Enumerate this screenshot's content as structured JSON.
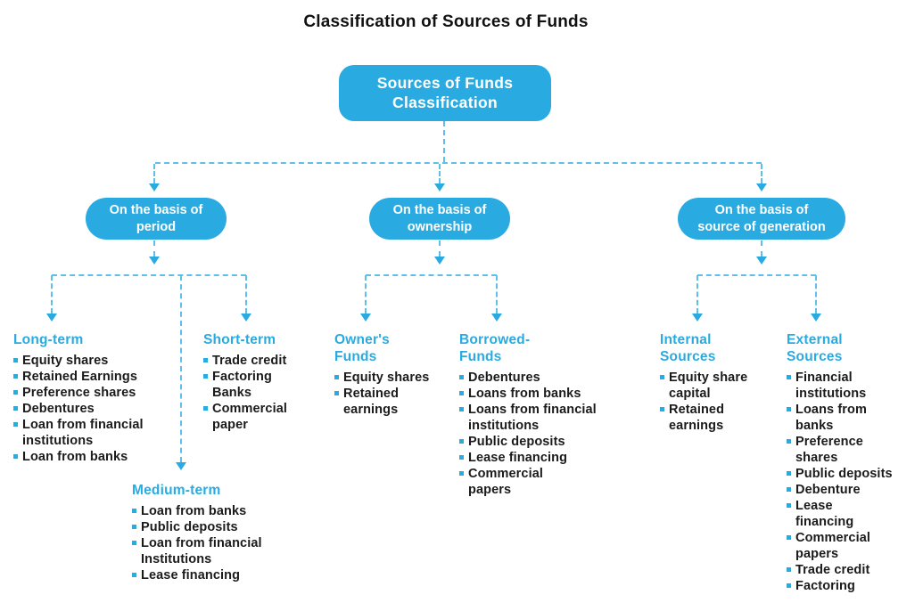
{
  "title": "Classification of Sources of Funds",
  "root": {
    "label": "Sources of Funds\nClassification"
  },
  "branches": [
    {
      "label": "On the basis of\nperiod"
    },
    {
      "label": "On the basis of\nownership"
    },
    {
      "label": "On the basis of\nsource of generation"
    }
  ],
  "groups": {
    "long_term": {
      "title": "Long-term",
      "items": [
        "Equity shares",
        "Retained Earnings",
        "Preference shares",
        "Debentures",
        "Loan from financial\ninstitutions",
        "Loan from banks"
      ]
    },
    "short_term": {
      "title": "Short-term",
      "items": [
        "Trade credit",
        "Factoring\nBanks",
        "Commercial\npaper"
      ]
    },
    "medium_term": {
      "title": "Medium-term",
      "items": [
        "Loan from banks",
        "Public deposits",
        "Loan from financial\nInstitutions",
        "Lease financing"
      ]
    },
    "owners_funds": {
      "title": "Owner's\nFunds",
      "items": [
        "Equity shares",
        "Retained\nearnings"
      ]
    },
    "borrowed_funds": {
      "title": "Borrowed-\nFunds",
      "items": [
        "Debentures",
        "Loans from banks",
        "Loans from financial\ninstitutions",
        "Public deposits",
        "Lease financing",
        "Commercial\npapers"
      ]
    },
    "internal_sources": {
      "title": "Internal\nSources",
      "items": [
        "Equity share\ncapital",
        "Retained\nearnings"
      ]
    },
    "external_sources": {
      "title": "External\nSources",
      "items": [
        "Financial\ninstitutions",
        "Loans from\nbanks",
        "Preference\nshares",
        "Public deposits",
        "Debenture",
        "Lease\nfinancing",
        "Commercial\npapers",
        "Trade credit",
        "Factoring"
      ]
    }
  },
  "colors": {
    "accent": "#29ABE2",
    "dash": "#5FBFE9",
    "text": "#1B1B1B"
  }
}
